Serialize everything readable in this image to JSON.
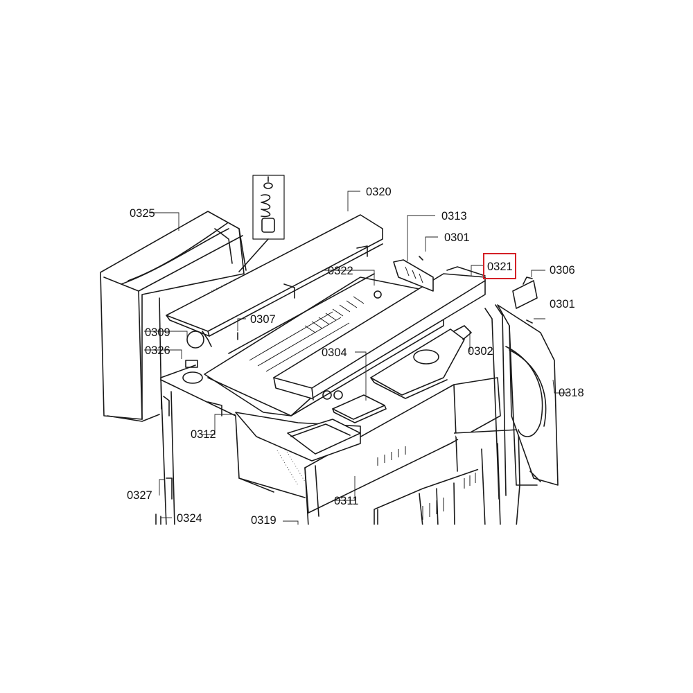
{
  "highlight_color": "#d42026",
  "diagram": {
    "highlighted_part": "0321",
    "callouts": {
      "c0325": "0325",
      "c0320": "0320",
      "c0313": "0313",
      "c0301a": "0301",
      "c0321": "0321",
      "c0306": "0306",
      "c0322": "0322",
      "c0301b": "0301",
      "c0309": "0309",
      "c0307": "0307",
      "c0326": "0326",
      "c0304": "0304",
      "c0302": "0302",
      "c0318": "0318",
      "c0312": "0312",
      "c0311": "0311",
      "c0327": "0327",
      "c0324": "0324",
      "c0319": "0319"
    }
  }
}
